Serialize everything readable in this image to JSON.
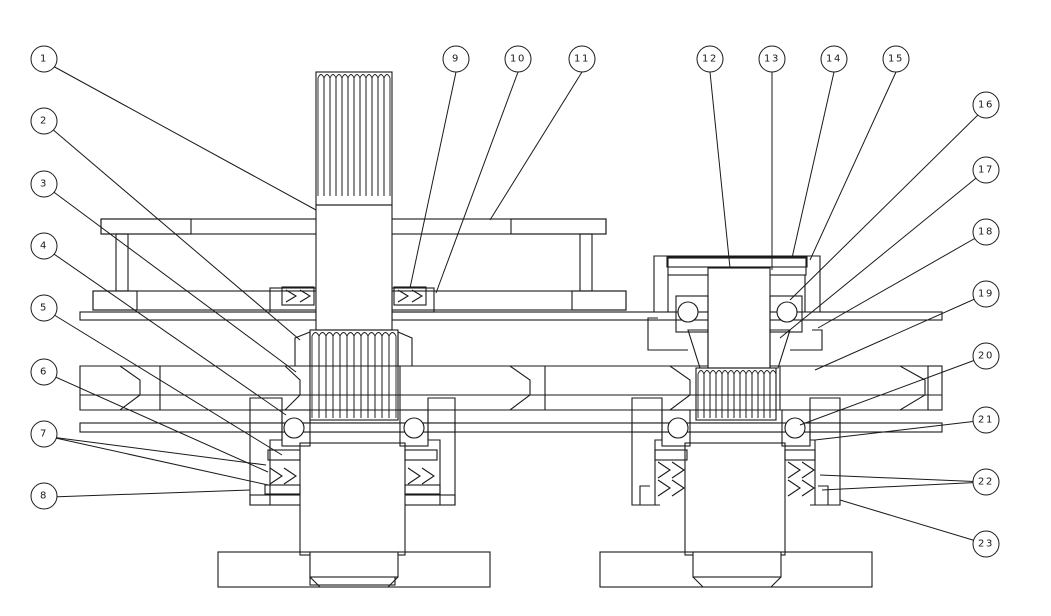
{
  "diagram": {
    "callouts": [
      {
        "id": "1",
        "label": "1"
      },
      {
        "id": "2",
        "label": "2"
      },
      {
        "id": "3",
        "label": "3"
      },
      {
        "id": "4",
        "label": "4"
      },
      {
        "id": "5",
        "label": "5"
      },
      {
        "id": "6",
        "label": "6"
      },
      {
        "id": "7",
        "label": "7"
      },
      {
        "id": "8",
        "label": "8"
      },
      {
        "id": "9",
        "label": "9"
      },
      {
        "id": "10",
        "label": "10"
      },
      {
        "id": "11",
        "label": "11"
      },
      {
        "id": "12",
        "label": "12"
      },
      {
        "id": "13",
        "label": "13"
      },
      {
        "id": "14",
        "label": "14"
      },
      {
        "id": "15",
        "label": "15"
      },
      {
        "id": "16",
        "label": "16"
      },
      {
        "id": "17",
        "label": "17"
      },
      {
        "id": "18",
        "label": "18"
      },
      {
        "id": "19",
        "label": "19"
      },
      {
        "id": "20",
        "label": "20"
      },
      {
        "id": "21",
        "label": "21"
      },
      {
        "id": "22",
        "label": "22"
      },
      {
        "id": "23",
        "label": "23"
      }
    ],
    "colors": {
      "line": "#1a1a1a",
      "hatch": "#c0504d",
      "background": "#ffffff"
    }
  }
}
